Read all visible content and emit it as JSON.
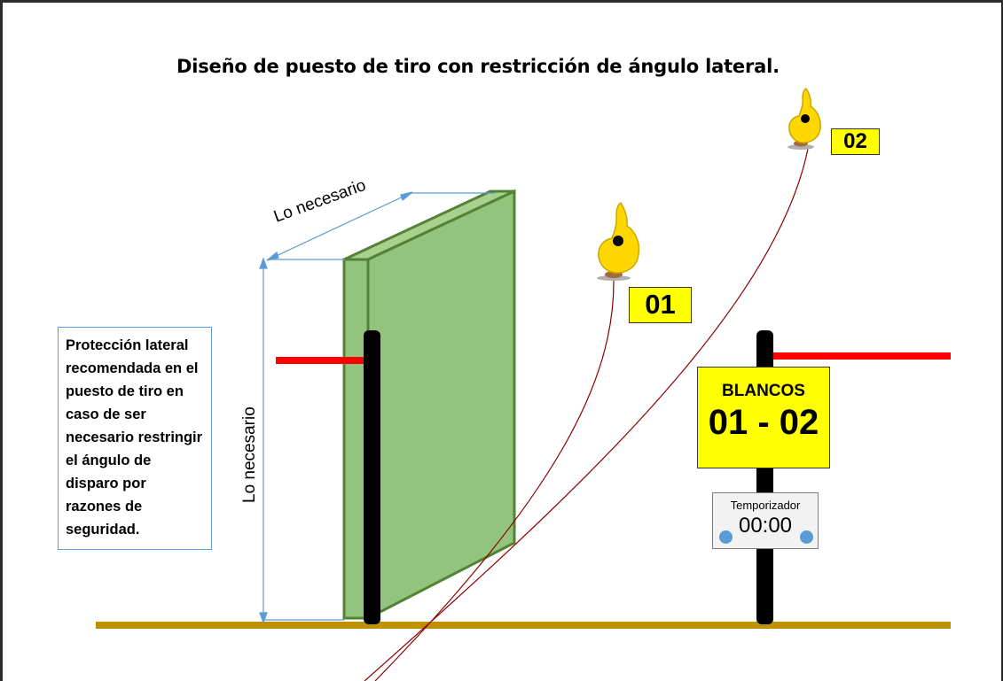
{
  "title": "Diseño de puesto de tiro con restricción de ángulo lateral.",
  "note": "Protección lateral recomendada en el puesto de tiro en caso de ser necesario restringir el ángulo de disparo por razones de seguridad.",
  "dimensions": {
    "width_label": "Lo necesario",
    "height_label": "Lo necesario"
  },
  "targets": [
    {
      "label": "01"
    },
    {
      "label": "02"
    }
  ],
  "sign": {
    "heading": "BLANCOS",
    "range": "01 - 02"
  },
  "timer": {
    "label": "Temporizador",
    "value": "00:00"
  },
  "colors": {
    "panel": "#93c47d",
    "panel_edge": "#548235",
    "ground": "#bf9000",
    "restriction": "#ff0000",
    "sign": "#ffff00",
    "dimension": "#5b9bd5",
    "trajectory": "#8b0000"
  }
}
